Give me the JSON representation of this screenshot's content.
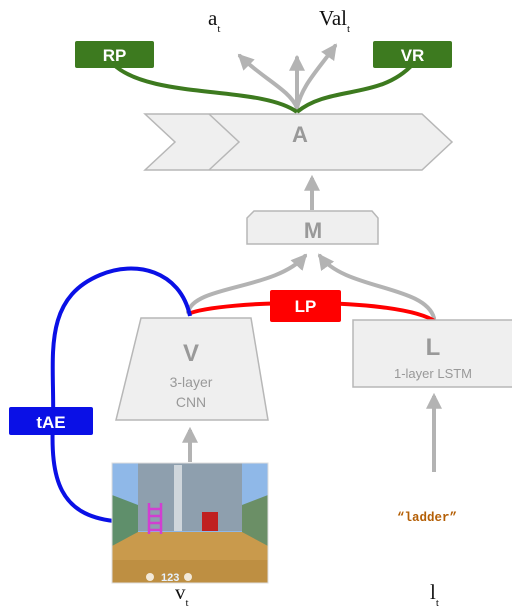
{
  "outputs": {
    "action": {
      "base": "a",
      "sub": "t"
    },
    "value": {
      "base": "Val",
      "sub": "t"
    }
  },
  "aux_tasks": {
    "rp": "RP",
    "vr": "VR",
    "lp": "LP",
    "tae": "tAE"
  },
  "modules": {
    "action_module": "A",
    "mixing_module": "M",
    "vision": {
      "letter": "V",
      "line1": "3-layer",
      "line2": "CNN"
    },
    "language": {
      "letter": "L",
      "line1": "1-layer LSTM"
    }
  },
  "inputs": {
    "instruction_text": "“ladder”",
    "vision_input": {
      "base": "v",
      "sub": "t"
    },
    "language_input": {
      "base": "l",
      "sub": "t"
    },
    "frame": {
      "hud_value": "123"
    }
  },
  "colors": {
    "green": "#3d7a1f",
    "red": "#ff0000",
    "blue": "#0a10e6",
    "box_fill": "#efefef",
    "box_stroke": "#b7b7b7",
    "arrow": "#b3b3b3",
    "module_text": "#999999",
    "instruction_text": "#b45f06"
  }
}
